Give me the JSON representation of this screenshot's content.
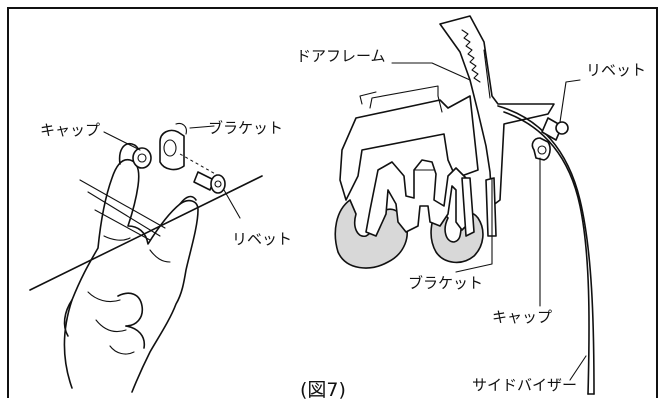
{
  "labels": {
    "door_frame": "ドアフレーム",
    "rivet_top": "リベット",
    "cap_left": "キャップ",
    "bracket_left": "ブラケット",
    "rivet_left": "リベット",
    "bracket_center": "ブラケット",
    "cap_right": "キャップ",
    "side_visor": "サイドバイザー"
  },
  "caption": "(図7)"
}
